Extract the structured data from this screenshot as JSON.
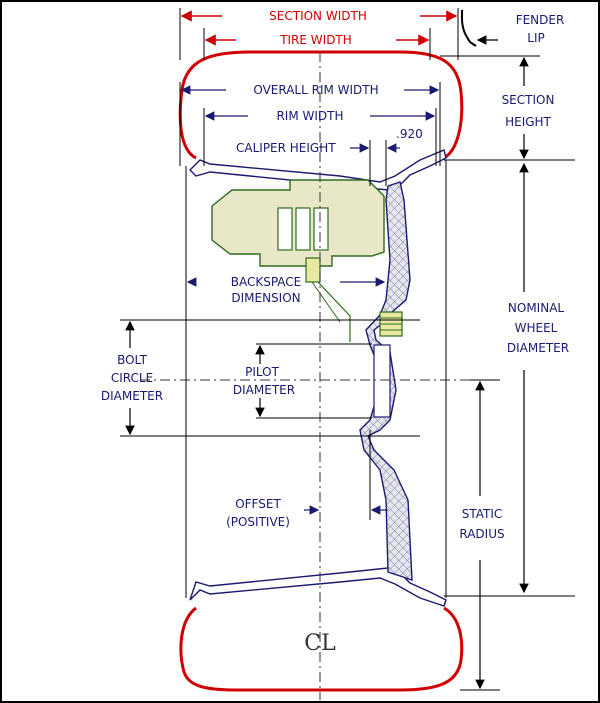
{
  "labels": {
    "section_width": "SECTION WIDTH",
    "tire_width": "TIRE WIDTH",
    "fender_lip_1": "FENDER",
    "fender_lip_2": "LIP",
    "overall_rim_width": "OVERALL RIM WIDTH",
    "rim_width": "RIM WIDTH",
    "dim_920": ".920",
    "caliper_height": "CALIPER HEIGHT",
    "section_height_1": "SECTION",
    "section_height_2": "HEIGHT",
    "backspace_1": "BACKSPACE",
    "backspace_2": "DIMENSION",
    "nominal_1": "NOMINAL",
    "nominal_2": "WHEEL",
    "nominal_3": "DIAMETER",
    "bolt_1": "BOLT",
    "bolt_2": "CIRCLE",
    "bolt_3": "DIAMETER",
    "pilot_1": "PILOT",
    "pilot_2": "DIAMETER",
    "offset_1": "OFFSET",
    "offset_2": "(POSITIVE)",
    "static_1": "STATIC",
    "static_2": "RADIUS",
    "centerline": "CL"
  },
  "colors": {
    "tire": "#d10000",
    "text_dark": "#1a1a70",
    "hub": "#2f6b1e",
    "wheel": "#5a5a78"
  }
}
